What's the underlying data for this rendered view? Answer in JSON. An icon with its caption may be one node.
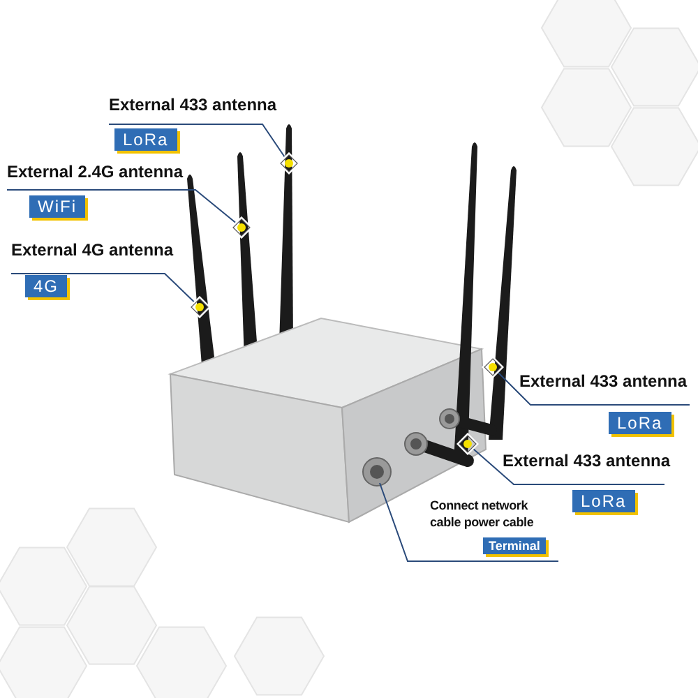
{
  "diagram": {
    "nodes": [
      {
        "text": [
          "External 433 antenna",
          "LoRa"
        ]
      },
      {
        "text": [
          "External 2.4G antenna",
          "WiFi"
        ]
      },
      {
        "text": [
          "External 4G antenna",
          "4G"
        ]
      },
      {
        "text": [
          "External 433 antenna",
          "LoRa"
        ]
      },
      {
        "text": [
          "External 433 antenna",
          "LoRa"
        ]
      },
      {
        "text": [
          "Connect network cable power cable",
          "Terminal"
        ]
      },
      {
        "text": [],
        "shape": "diamond"
      },
      {
        "text": [],
        "shape": "diamond"
      },
      {
        "text": [],
        "shape": "diamond"
      },
      {
        "text": [],
        "shape": "diamond"
      },
      {
        "text": [],
        "shape": "diamond"
      }
    ],
    "edges": [
      {
        "from": 0,
        "to": 6,
        "arrow": "none"
      },
      {
        "from": 1,
        "to": 7,
        "arrow": "none"
      },
      {
        "from": 2,
        "to": 8,
        "arrow": "none"
      },
      {
        "from": 3,
        "to": 9,
        "arrow": "none"
      },
      {
        "from": 4,
        "to": 10,
        "arrow": "none"
      },
      {
        "from": 5,
        "to": null,
        "arrow": "none"
      }
    ]
  }
}
